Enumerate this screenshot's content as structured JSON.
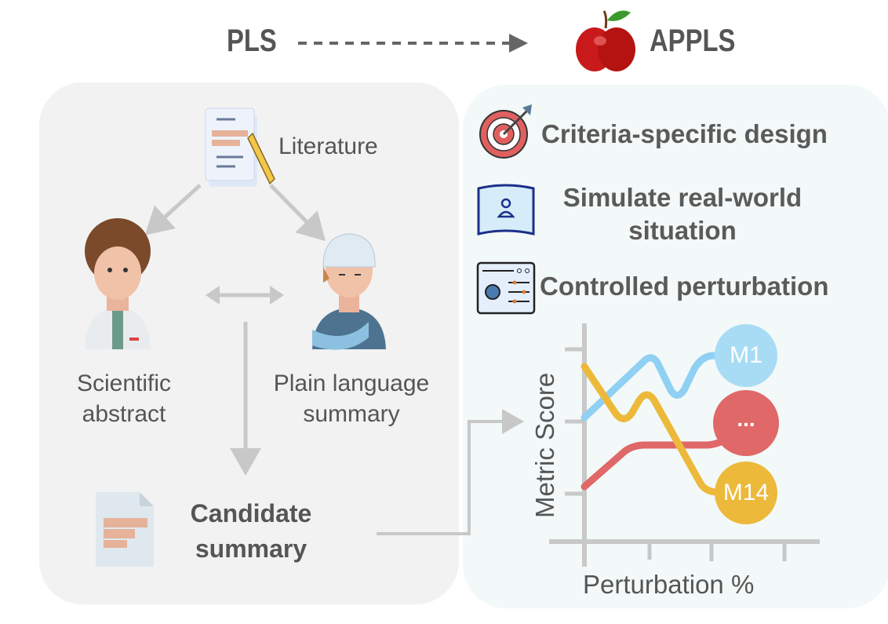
{
  "header": {
    "left_title": "PLS",
    "right_title": "APPLS"
  },
  "left_panel": {
    "literature_label": "Literature",
    "scientific_abstract_label": "Scientific abstract",
    "scientific_abstract_lines": [
      "Scientific",
      "abstract"
    ],
    "pls_lines": [
      "Plain language",
      "summary"
    ],
    "candidate_lines": [
      "Candidate",
      "summary"
    ]
  },
  "right_panel": {
    "features": [
      {
        "icon": "target-icon",
        "lines": [
          "Criteria-specific design"
        ]
      },
      {
        "icon": "vr-screen-icon",
        "lines": [
          "Simulate real-world",
          "situation"
        ]
      },
      {
        "icon": "settings-window-icon",
        "lines": [
          "Controlled perturbation"
        ]
      }
    ],
    "chart": {
      "ylabel": "Metric Score",
      "xlabel": "Perturbation %",
      "series_labels": [
        "M1",
        "...",
        "M14"
      ],
      "colors": {
        "M1": "#a8dcf5",
        "mid": "#e06868",
        "M14": "#edb93b"
      }
    }
  }
}
